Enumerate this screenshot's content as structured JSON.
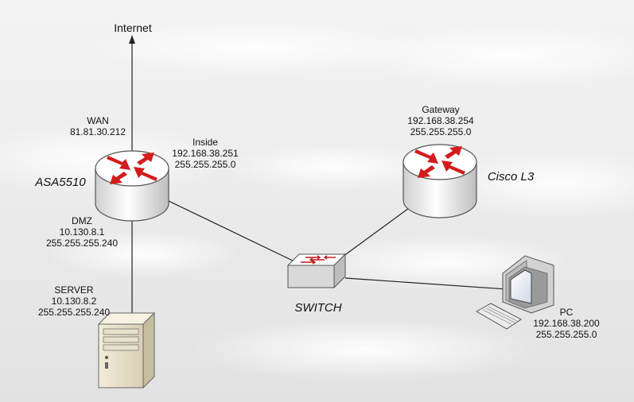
{
  "internet_label": "Internet",
  "asa": {
    "name": "ASA5510",
    "wan": {
      "name": "WAN",
      "ip": "81.81.30.212"
    },
    "inside": {
      "name": "Inside",
      "ip": "192.168.38.251",
      "mask": "255.255.255.0"
    },
    "dmz": {
      "name": "DMZ",
      "ip": "10.130.8.1",
      "mask": "255.255.255.240"
    }
  },
  "l3": {
    "name": "Cisco L3",
    "gateway": {
      "name": "Gateway",
      "ip": "192.168.38.254",
      "mask": "255.255.255.0"
    }
  },
  "switch": {
    "name": "SWITCH"
  },
  "server": {
    "name": "SERVER",
    "ip": "10.130.8.2",
    "mask": "255.255.255.240"
  },
  "pc": {
    "name": "PC",
    "ip": "192.168.38.200",
    "mask": "255.255.255.0"
  },
  "colors": {
    "background": "#efefef",
    "router_arrow": "#d31c1c",
    "link": "#222222"
  },
  "icons": {
    "asa": "router-icon",
    "l3": "router-icon",
    "switch": "switch-icon",
    "server": "server-tower-icon",
    "pc": "desktop-computer-icon",
    "internet_arrow": "arrow-up-icon"
  }
}
